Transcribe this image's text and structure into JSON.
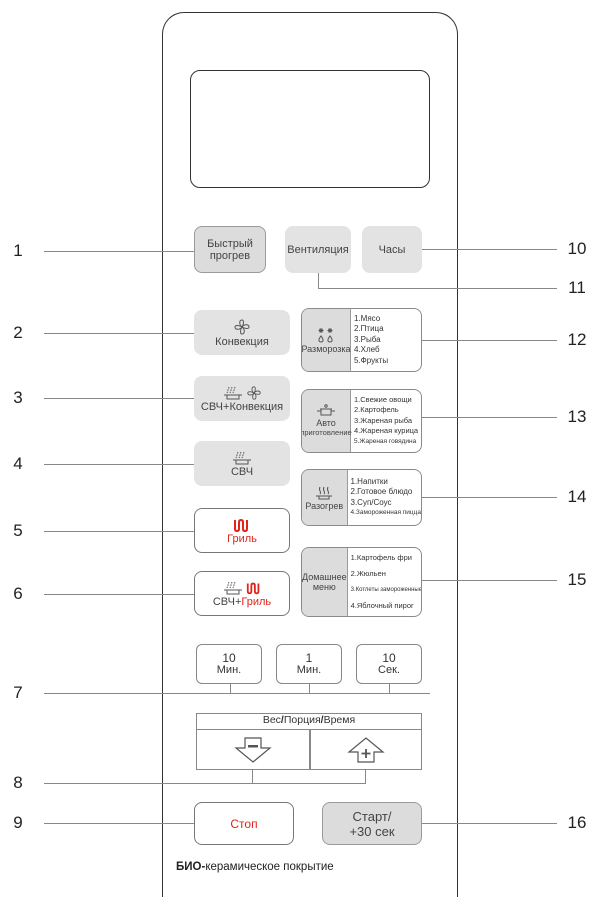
{
  "buttons": {
    "quick_preheat": "Быстрый прогрев",
    "ventilation": "Вентиляция",
    "clock": "Часы",
    "convection": "Конвекция",
    "micro_conv": "СВЧ+Конвекция",
    "micro_conv_a": "СВЧ+",
    "micro_conv_b": "Конвекция",
    "micro": "СВЧ",
    "grill": "Гриль",
    "micro_grill_a": "СВЧ+",
    "micro_grill_b": "Гриль",
    "stop": "Стоп",
    "start_line1": "Старт/",
    "start_line2": "+30 сек"
  },
  "menus": {
    "defrost": {
      "title": "Разморозка",
      "items": [
        "1.Мясо",
        "2.Птица",
        "3.Рыба",
        "4.Хлеб",
        "5.Фрукты"
      ]
    },
    "auto": {
      "title1": "Авто",
      "title2": "приготовление",
      "items": [
        "1.Свежие овощи",
        "2.Картофель",
        "3.Жареная рыба",
        "4.Жареная курица",
        "5.Жареная говядина"
      ]
    },
    "reheat": {
      "title": "Разогрев",
      "items": [
        "1.Напитки",
        "2.Готовое блюдо",
        "3.Суп/Соус",
        "4.Замороженная пицца"
      ]
    },
    "home": {
      "title1": "Домашнее",
      "title2": "меню",
      "items": [
        "1.Картофель фри",
        "2.Жюльен",
        "3.Котлеты замороженные",
        "4.Яблочный пирог"
      ]
    }
  },
  "time_buttons": [
    {
      "top": "10",
      "bottom": "Мин."
    },
    {
      "top": "1",
      "bottom": "Мин."
    },
    {
      "top": "10",
      "bottom": "Сек."
    }
  ],
  "weight": {
    "a": "Вес",
    "sep": "/",
    "b": "Порция",
    "c": "Время",
    "minus": "−",
    "plus": "+"
  },
  "footer": {
    "bold": "БИО-",
    "rest": "керамическое покрытие"
  },
  "callouts": [
    "1",
    "2",
    "3",
    "4",
    "5",
    "6",
    "7",
    "8",
    "9",
    "10",
    "11",
    "12",
    "13",
    "14",
    "15",
    "16"
  ]
}
